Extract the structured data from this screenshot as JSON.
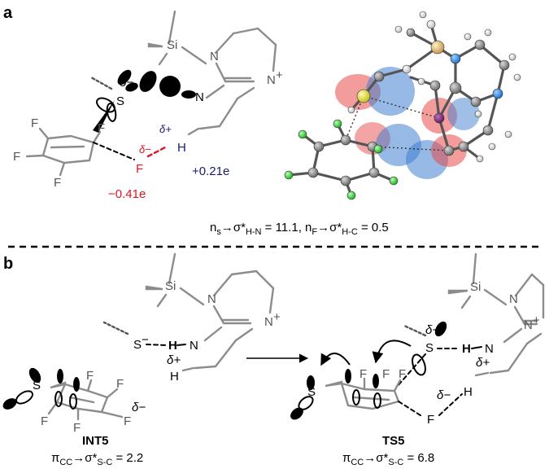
{
  "colors": {
    "bond": "#8c8c8c",
    "text": "#000000",
    "negative_charge": "#e0141e",
    "positive_charge": "#1a1a7a",
    "orbital_red": "#e84a4a",
    "orbital_blue": "#3f7fd0",
    "atom_carbon": "#8a8a8a",
    "atom_hydrogen": "#ffffff",
    "atom_nitrogen": "#2b8ae6",
    "atom_fluorine": "#2fd02f",
    "atom_sulfur": "#e6e040",
    "atom_silicon": "#e6c47a"
  },
  "panel_a": {
    "label": "a",
    "atoms": {
      "si": "Si",
      "s": "S",
      "n_top": "N",
      "n_plus": "N",
      "n_plus_charge": "+",
      "n_lower": "N",
      "h": "H",
      "f_anion": "F",
      "ring_f": [
        "F",
        "F",
        "F",
        "F"
      ]
    },
    "partial_charges": {
      "s_delta_minus": "δ−",
      "h_delta_plus": "δ+",
      "f_delta_minus": "δ−"
    },
    "charge_values": {
      "f": "−0.41e",
      "h": "+0.21e"
    },
    "nbo_line": {
      "n": "n",
      "n_sub": "s",
      "arrow_sigma": "→σ*",
      "sub1": "H-N",
      "eq1": " = 11.1, n",
      "n2_sub": "F",
      "arrow_sigma2": "→σ*",
      "sub2": "H-C",
      "eq2": " = 0.5"
    }
  },
  "panel_b": {
    "label": "b",
    "atoms": {
      "si_left": "Si",
      "si_right": "Si",
      "s_minus": "S",
      "s_minus_charge": "−",
      "h_left": "H",
      "n_left": "N",
      "n_left_top": "N",
      "n_left_plus": "N",
      "n_left_plus_charge": "+",
      "h_lower_left": "H",
      "s_ring_left": "S",
      "f_left_ring": [
        "F",
        "F",
        "F",
        "F",
        "F"
      ],
      "s_right": "S",
      "h_right": "H",
      "n_right": "N",
      "n_right_top": "N",
      "n_right_plus": "N",
      "n_right_plus_charge": "+",
      "h_lower_right": "H",
      "f_right_anion": "F",
      "s_ring_right": "S",
      "f_right_ring": [
        "F",
        "F",
        "F"
      ]
    },
    "partial_charges": {
      "left_h_delta": "δ+",
      "left_f_delta": "δ−",
      "right_s_delta": "δ−",
      "right_f_delta": "δ−",
      "right_h_delta": "δ+"
    },
    "labels": {
      "int5": "INT5",
      "ts5": "TS5"
    },
    "nbo_left": {
      "pi": "π",
      "pi_sub": "CC",
      "arrow_sigma": "→σ*",
      "sub": "S-C",
      "value": " = 2.2"
    },
    "nbo_right": {
      "pi": "π",
      "pi_sub": "CC",
      "arrow_sigma": "→σ*",
      "sub": "S-C",
      "value": " = 6.8"
    }
  }
}
